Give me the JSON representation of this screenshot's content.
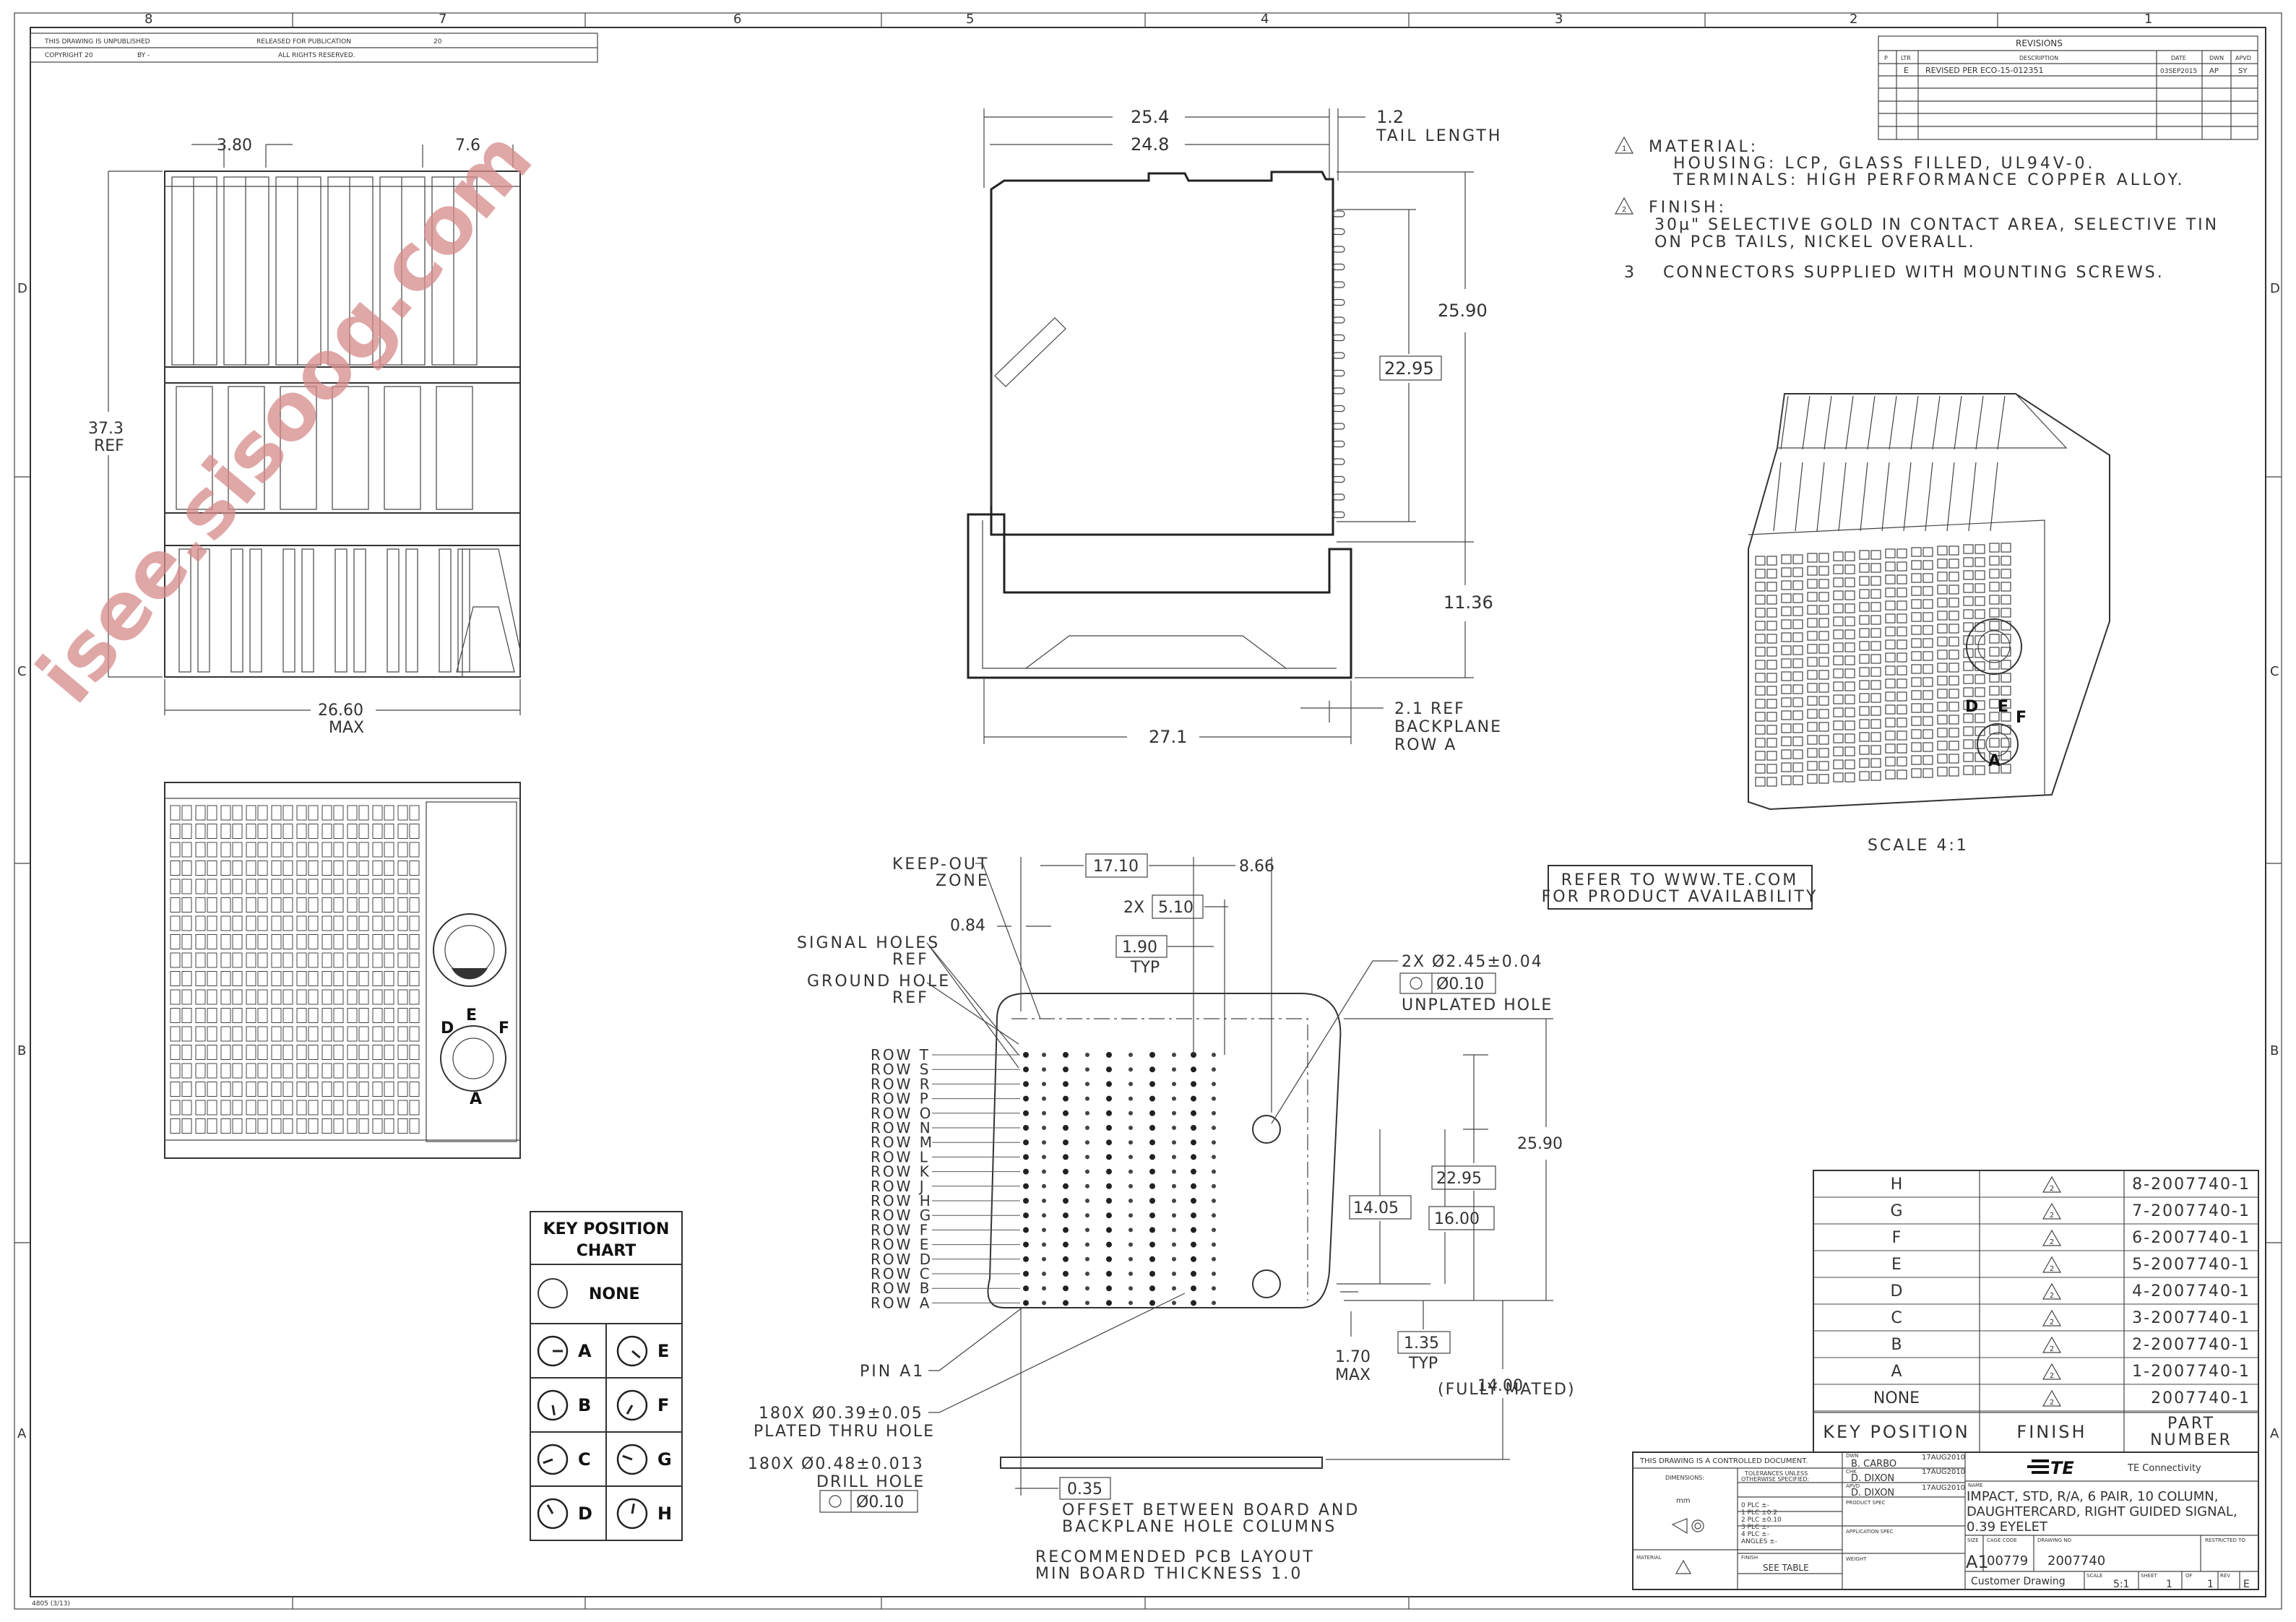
{
  "frame": {
    "zones_top": [
      "8",
      "7",
      "6",
      "5",
      "4",
      "3",
      "2",
      "1"
    ],
    "zones_side": [
      "D",
      "C",
      "B",
      "A"
    ],
    "header_left": [
      "THIS DRAWING IS UNPUBLISHED",
      "COPYRIGHT 20",
      "BY -"
    ],
    "header_mid": [
      "RELEASED FOR PUBLICATION",
      "ALL RIGHTS RESERVED.",
      "20"
    ],
    "footer_left": "4805 (3/13)"
  },
  "revisions": {
    "title": "REVISIONS",
    "cols": [
      "P",
      "LTR",
      "DESCRIPTION",
      "DATE",
      "DWN",
      "APVD"
    ],
    "row": [
      "",
      "E",
      "REVISED PER ECO-15-012351",
      "03SEP2015",
      "AP",
      "SY"
    ]
  },
  "notes": [
    {
      "num": "1",
      "text": "MATERIAL:"
    },
    {
      "num": "",
      "text": "HOUSING: LCP, GLASS FILLED, UL94V-0."
    },
    {
      "num": "",
      "text": "TERMINALS: HIGH PERFORMANCE COPPER ALLOY."
    },
    {
      "num": "2",
      "text": "FINISH:"
    },
    {
      "num": "",
      "text": "30µ\" SELECTIVE GOLD IN CONTACT AREA, SELECTIVE TIN"
    },
    {
      "num": "",
      "text": "ON PCB TAILS, NICKEL OVERALL."
    },
    {
      "num": "3",
      "text": "CONNECTORS SUPPLIED WITH MOUNTING SCREWS."
    }
  ],
  "front_view": {
    "dim_pitch": "3.80",
    "dim_side": "7.6",
    "dim_height": "37.3",
    "dim_height_ref": "REF",
    "dim_width": "26.60",
    "dim_width_note": "MAX"
  },
  "side_view": {
    "dim_top1": "25.4",
    "dim_top2": "24.8",
    "dim_tail": "1.2",
    "tail_label": "TAIL LENGTH",
    "dim_right1": "25.90",
    "dim_right2": "22.95",
    "dim_right3": "11.36",
    "dim_bottom": "27.1",
    "dim_ref": "2.1 REF",
    "backplane_label": "BACKPLANE",
    "row_label": "ROW A"
  },
  "iso_view": {
    "scale": "SCALE  4:1",
    "key_labels": [
      "E",
      "F",
      "D",
      "A"
    ]
  },
  "refer_box": [
    "REFER TO WWW.TE.COM",
    "FOR PRODUCT AVAILABILITY"
  ],
  "pcb": {
    "keepout": [
      "KEEP-OUT",
      "ZONE"
    ],
    "signal": [
      "SIGNAL HOLES",
      "REF"
    ],
    "ground": [
      "GROUND HOLE",
      "REF"
    ],
    "dim_1710": "17.10",
    "dim_866": "8.66",
    "dim_510_prefix": "2X",
    "dim_510": "5.10",
    "dim_084": "0.84",
    "dim_190": "1.90",
    "dim_190_note": "TYP",
    "unplated": [
      "2X Ø2.45±0.04",
      "Ø0.10",
      "UNPLATED HOLE"
    ],
    "rows": [
      "T",
      "S",
      "R",
      "P",
      "O",
      "N",
      "M",
      "L",
      "K",
      "J",
      "H",
      "G",
      "F",
      "E",
      "D",
      "C",
      "B",
      "A"
    ],
    "row_prefix": "ROW",
    "dim_2590": "25.90",
    "dim_2295": "22.95",
    "dim_1600": "16.00",
    "dim_1405": "14.05",
    "dim_170": [
      "1.70",
      "MAX"
    ],
    "dim_135": [
      "1.35",
      "TYP"
    ],
    "dim_1400": [
      "14.00",
      "(FULLY MATED)"
    ],
    "pin_a1": "PIN A1",
    "plated": [
      "180X Ø0.39±0.05",
      "PLATED THRU HOLE"
    ],
    "drill": [
      "180X Ø0.48±0.013",
      "DRILL HOLE",
      "Ø0.10"
    ],
    "dim_035": "0.35",
    "offset": [
      "OFFSET BETWEEN BOARD AND",
      "BACKPLANE HOLE COLUMNS"
    ],
    "recommended": [
      "RECOMMENDED PCB LAYOUT",
      "MIN BOARD THICKNESS 1.0"
    ]
  },
  "key_chart": {
    "title": [
      "KEY POSITION",
      "CHART"
    ],
    "none": "NONE",
    "letters": [
      "A",
      "E",
      "B",
      "F",
      "C",
      "G",
      "D",
      "H"
    ]
  },
  "part_table": {
    "rows": [
      {
        "key": "H",
        "finish": "2",
        "part": "8-2007740-1"
      },
      {
        "key": "G",
        "finish": "2",
        "part": "7-2007740-1"
      },
      {
        "key": "F",
        "finish": "2",
        "part": "6-2007740-1"
      },
      {
        "key": "E",
        "finish": "2",
        "part": "5-2007740-1"
      },
      {
        "key": "D",
        "finish": "2",
        "part": "4-2007740-1"
      },
      {
        "key": "C",
        "finish": "2",
        "part": "3-2007740-1"
      },
      {
        "key": "B",
        "finish": "2",
        "part": "2-2007740-1"
      },
      {
        "key": "A",
        "finish": "2",
        "part": "1-2007740-1"
      },
      {
        "key": "NONE",
        "finish": "2",
        "part": "2007740-1"
      }
    ],
    "headers": [
      "KEY POSITION",
      "FINISH",
      "PART",
      "NUMBER"
    ]
  },
  "title_block": {
    "controlled": "THIS DRAWING IS A CONTROLLED DOCUMENT.",
    "dimensions": "DIMENSIONS:",
    "units": "mm",
    "tolerances": [
      "TOLERANCES UNLESS",
      "OTHERWISE SPECIFIED:"
    ],
    "tol_rows": [
      "0 PLC  ±-",
      "1 PLC  ±0.2",
      "2 PLC  ±0.10",
      "3 PLC  ±-",
      "4 PLC  ±-",
      "ANGLES  ±-"
    ],
    "dwn": "B. CARBO",
    "dwn_date": "17AUG2010",
    "chk": "D. DIXON",
    "chk_date": "17AUG2010",
    "apvd": "D. DIXON",
    "apvd_date": "17AUG2010",
    "product_spec": "PRODUCT SPEC",
    "application_spec": "APPLICATION SPEC",
    "weight": "WEIGHT",
    "material": "MATERIAL",
    "finish": "FINISH",
    "see_table": "SEE TABLE",
    "company": "TE Connectivity",
    "logo": "TE",
    "name_label": "NAME",
    "name": [
      "IMPACT, STD, R/A,  6 PAIR, 10 COLUMN,",
      "DAUGHTERCARD, RIGHT GUIDED SIGNAL,",
      "0.39 EYELET"
    ],
    "size": "A1",
    "cage": "00779",
    "drawing_no": "2007740",
    "restricted": "RESTRICTED TO",
    "customer": "Customer Drawing",
    "scale": "5:1",
    "sheet": "1",
    "of": "1",
    "rev": "E",
    "lbl_size": "SIZE",
    "lbl_cage": "CAGE CODE",
    "lbl_dwg": "DRAWING NO",
    "lbl_scale": "SCALE",
    "lbl_sheet": "SHEET",
    "lbl_of": "OF",
    "lbl_rev": "REV",
    "lbl_dwn": "DWN",
    "lbl_chk": "CHK",
    "lbl_apvd": "APVD"
  },
  "watermark": "isee.sisoog.com"
}
